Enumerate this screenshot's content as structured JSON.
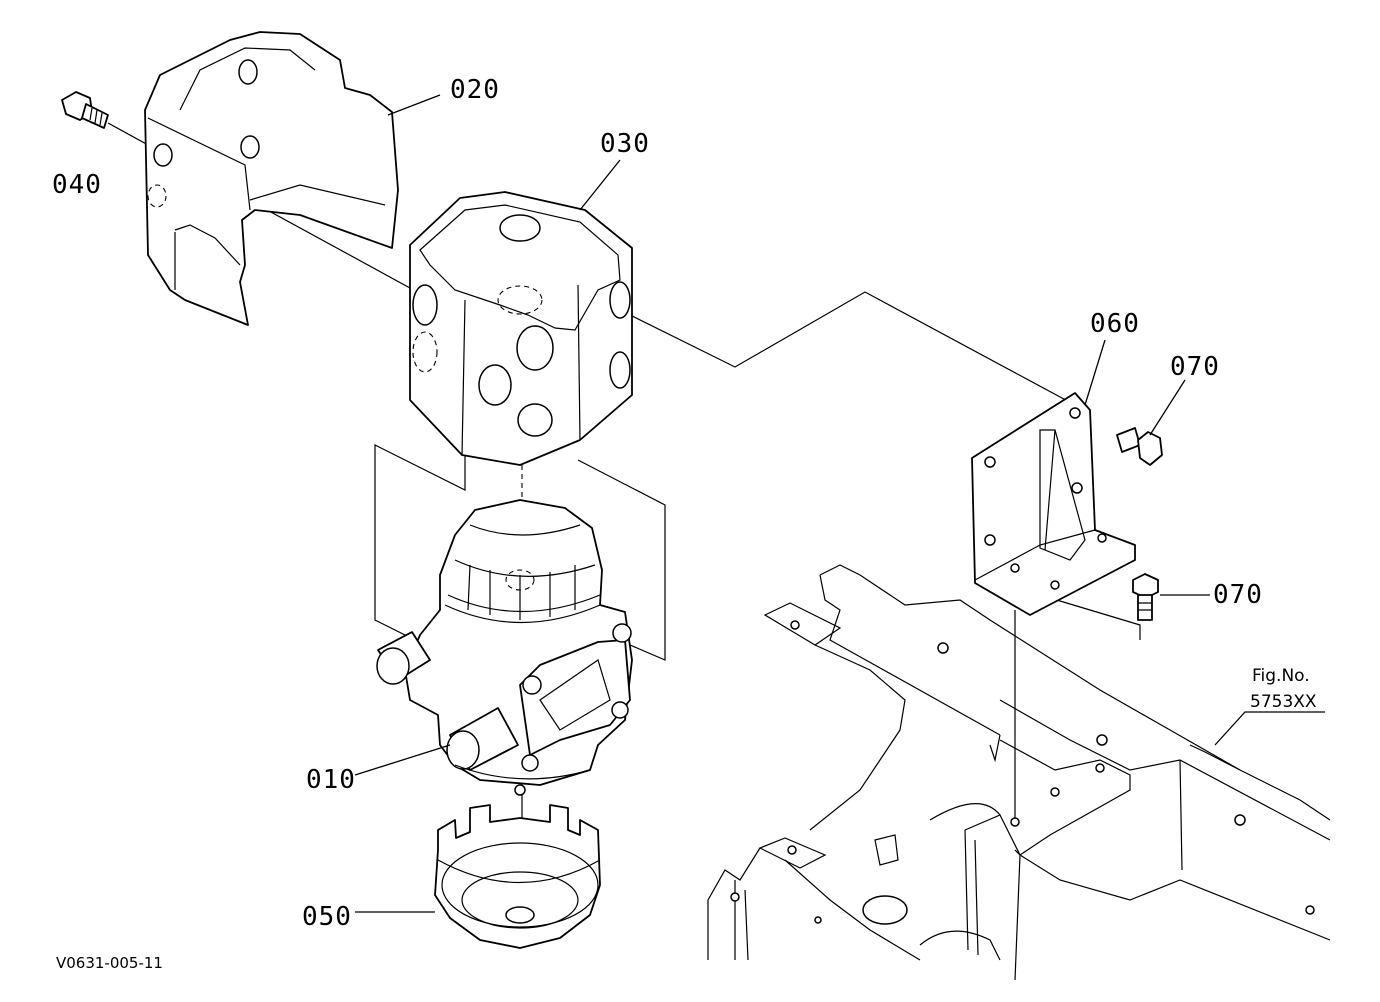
{
  "diagram_id": "V0631-005-11",
  "parts": {
    "p010": "010",
    "p020": "020",
    "p030": "030",
    "p040": "040",
    "p050": "050",
    "p060": "060",
    "p070a": "070",
    "p070b": "070"
  },
  "figure_ref": {
    "label": "Fig.No.",
    "number": "5753XX"
  }
}
